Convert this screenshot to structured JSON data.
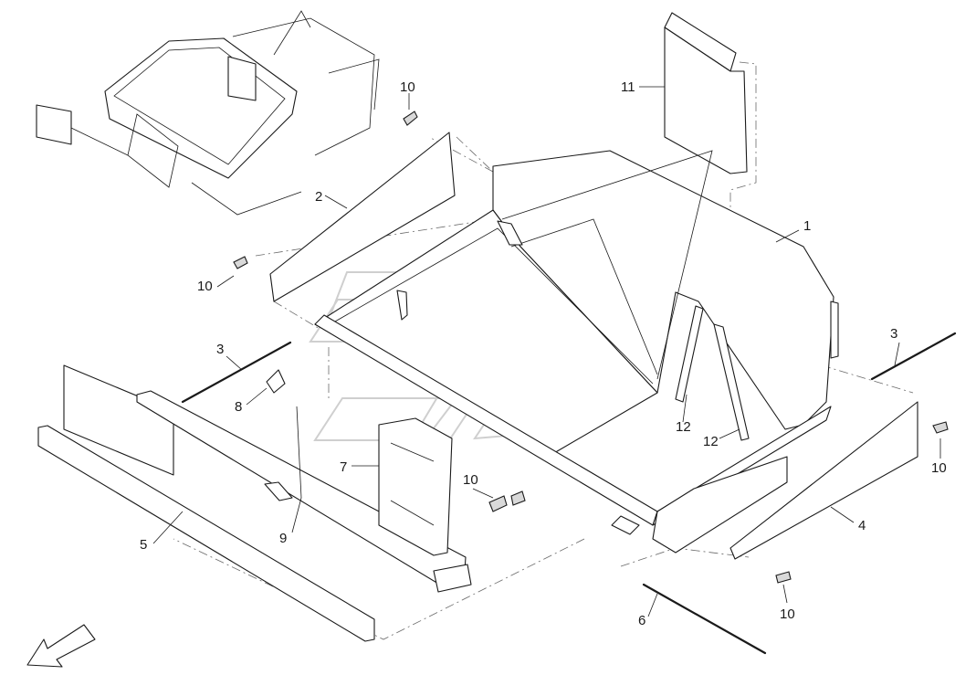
{
  "callouts": [
    {
      "id": "c1",
      "text": "1"
    },
    {
      "id": "c2",
      "text": "2"
    },
    {
      "id": "c3a",
      "text": "3"
    },
    {
      "id": "c3b",
      "text": "3"
    },
    {
      "id": "c4",
      "text": "4"
    },
    {
      "id": "c5",
      "text": "5"
    },
    {
      "id": "c6",
      "text": "6"
    },
    {
      "id": "c7",
      "text": "7"
    },
    {
      "id": "c8",
      "text": "8"
    },
    {
      "id": "c9",
      "text": "9"
    },
    {
      "id": "c10a",
      "text": "10"
    },
    {
      "id": "c10b",
      "text": "10"
    },
    {
      "id": "c10c",
      "text": "10"
    },
    {
      "id": "c10d",
      "text": "10"
    },
    {
      "id": "c10e",
      "text": "10"
    },
    {
      "id": "c11",
      "text": "11"
    },
    {
      "id": "c12a",
      "text": "12"
    },
    {
      "id": "c12b",
      "text": "12"
    }
  ],
  "icons": {
    "orientation_arrow": "front-direction-arrow-icon",
    "watermark": "dealer-logo-watermark"
  },
  "colors": {
    "line": "#1a1a1a",
    "watermark": "#cfcfcf",
    "background": "#ffffff"
  }
}
